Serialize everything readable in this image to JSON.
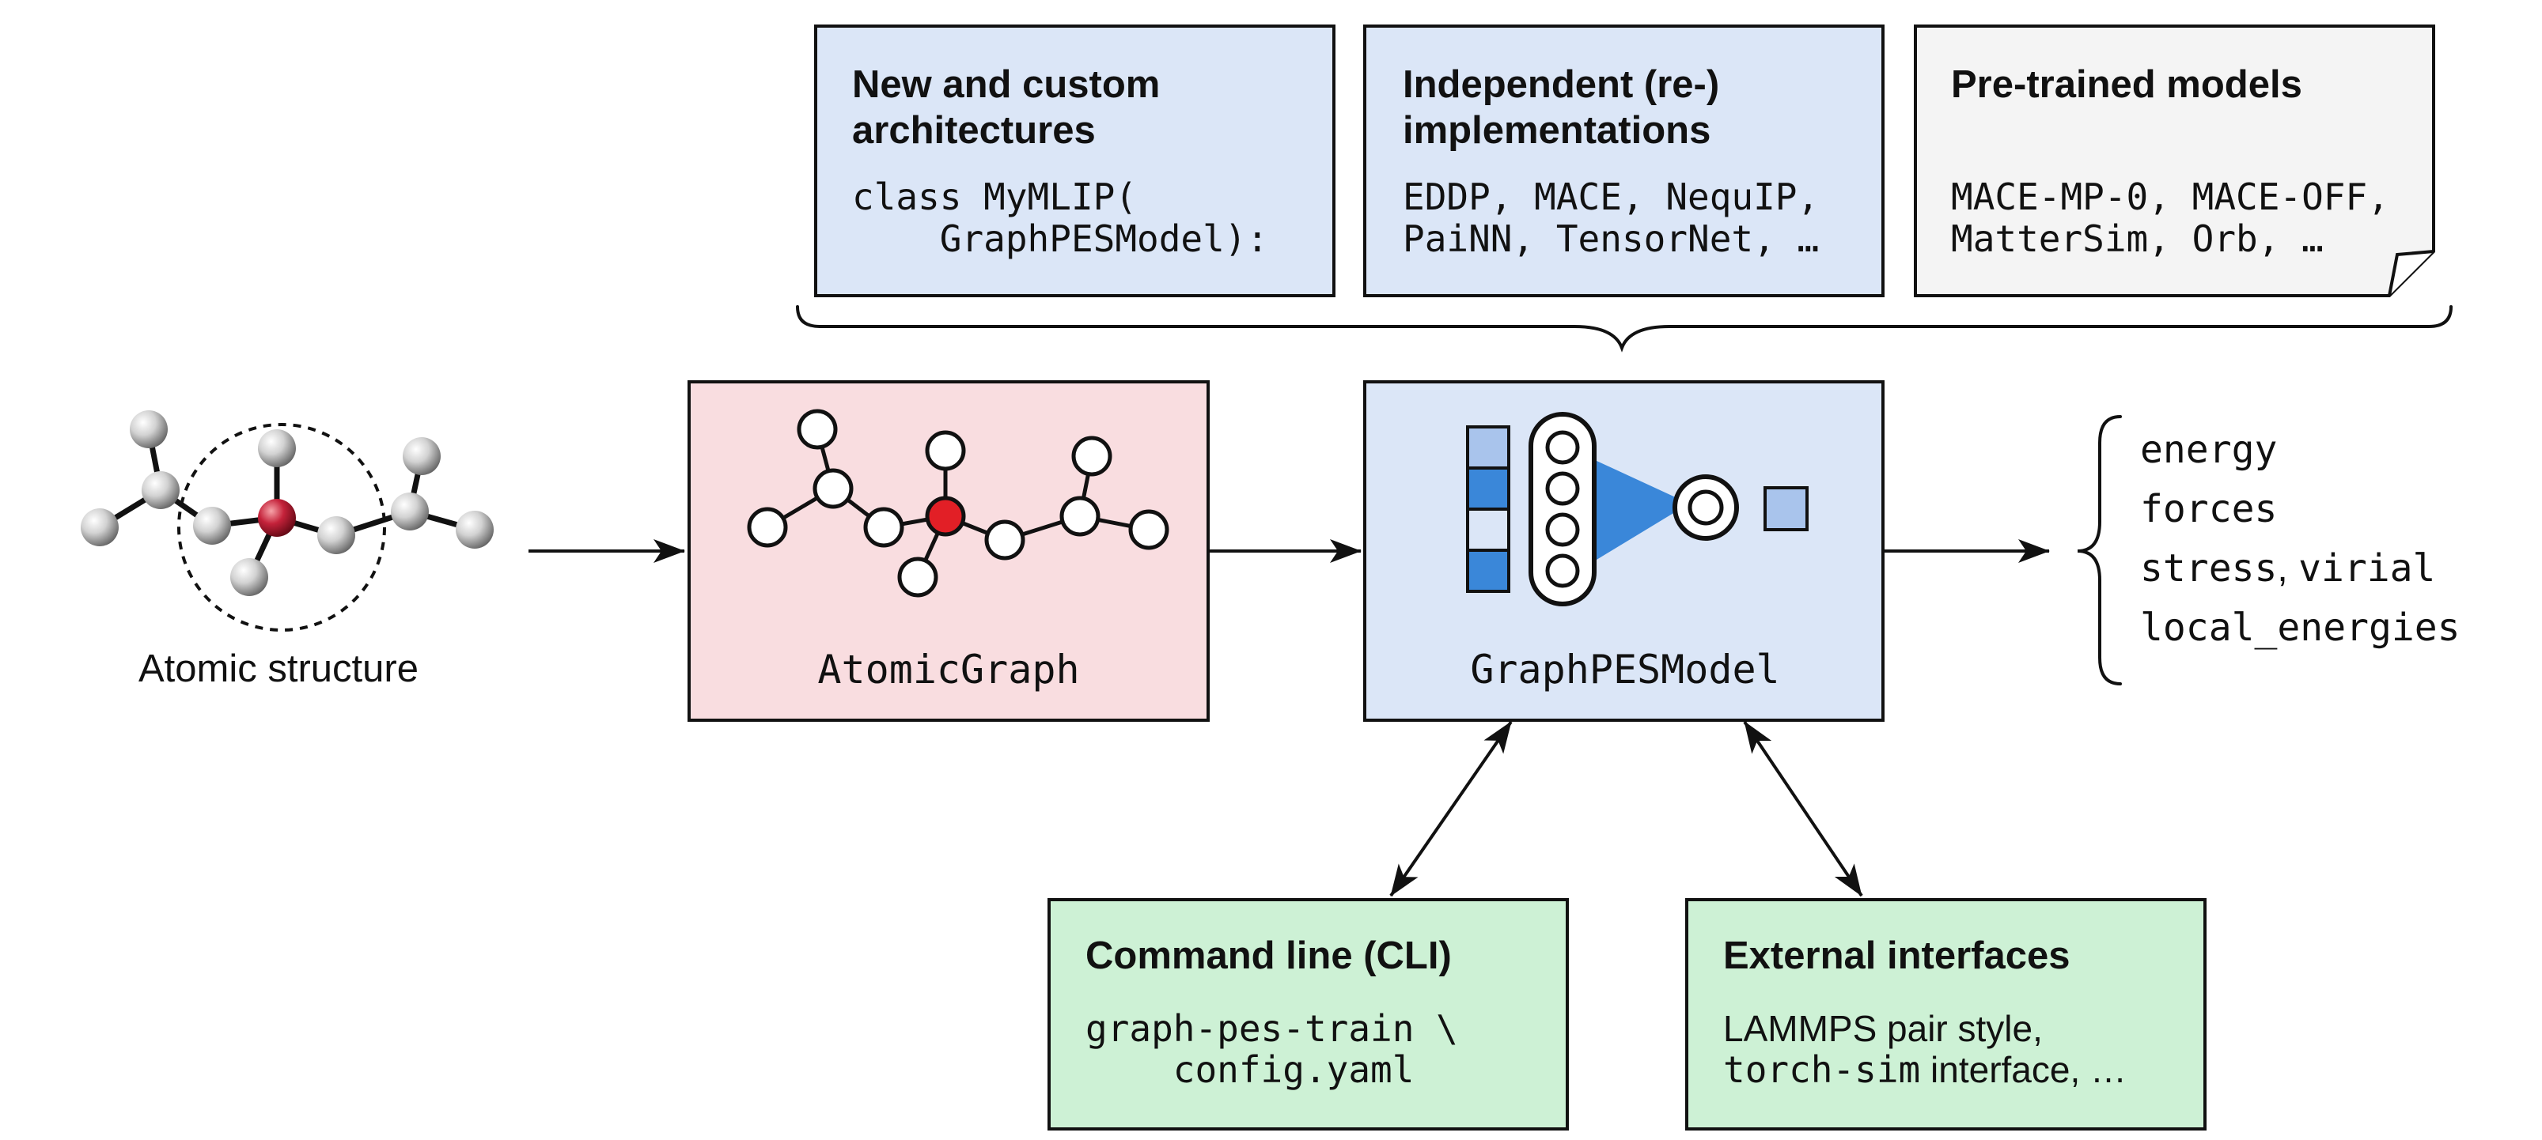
{
  "colors": {
    "blue_fill": "#dbe6f7",
    "pink_fill": "#f9dde0",
    "green_fill": "#cdf1d5",
    "grey_fill": "#f4f4f4",
    "accent_blue": "#3a87d9",
    "light_blue": "#a9c4ec",
    "atom_red": "#e21f26",
    "stroke": "#111111"
  },
  "top_boxes": [
    {
      "title_lines": [
        "New and custom",
        "architectures"
      ],
      "code_lines": [
        "class MyMLIP(",
        "    GraphPESModel):"
      ]
    },
    {
      "title_lines": [
        "Independent (re-)",
        "implementations"
      ],
      "code_lines": [
        "EDDP, MACE, NequIP,",
        "PaiNN, TensorNet, …"
      ]
    },
    {
      "title_lines": [
        "Pre-trained models"
      ],
      "code_lines": [
        "MACE-MP-0, MACE-OFF,",
        "MatterSim, Orb, …"
      ]
    }
  ],
  "atomic_structure_label": "Atomic structure",
  "atomic_graph_label": "AtomicGraph",
  "model_label": "GraphPESModel",
  "outputs": [
    [
      {
        "text": "energy",
        "font": "mono"
      }
    ],
    [
      {
        "text": "forces",
        "font": "mono"
      }
    ],
    [
      {
        "text": "stress",
        "font": "mono"
      },
      {
        "text": ", ",
        "font": "sans"
      },
      {
        "text": "virial",
        "font": "mono"
      }
    ],
    [
      {
        "text": "local_energies",
        "font": "mono"
      }
    ]
  ],
  "cli_box": {
    "title": "Command line (CLI)",
    "lines": [
      "graph-pes-train \\",
      "    config.yaml"
    ]
  },
  "external_box": {
    "title": "External interfaces",
    "line1": "LAMMPS pair style,",
    "line2_mono": "torch-sim",
    "line2_rest": " interface, …"
  }
}
